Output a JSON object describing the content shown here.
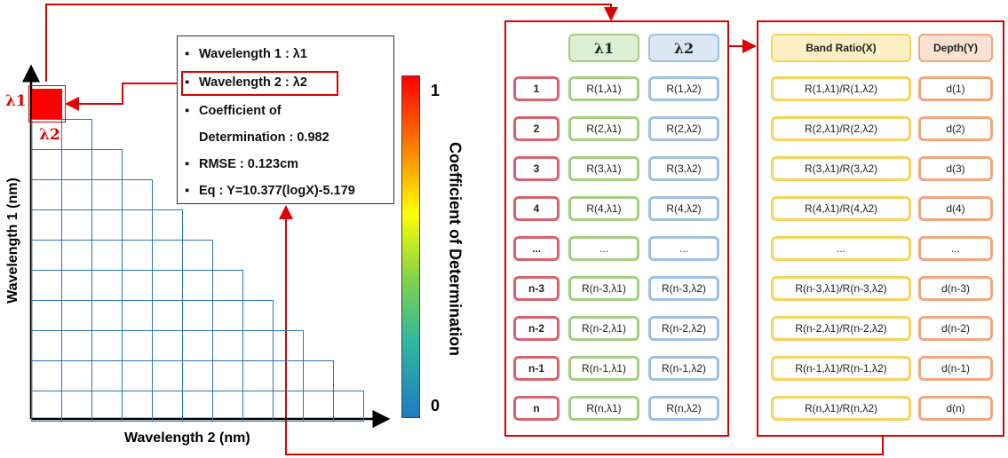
{
  "colors": {
    "highlight_red": "#e00000",
    "grid_blue": "#2e75b6",
    "row_red": "#d9616e",
    "green": "#a4cf83",
    "blue": "#9ec0e2",
    "yellow": "#f6d35b",
    "orange": "#f2a67d"
  },
  "axes": {
    "y_label": "Wavelength 1 (nm)",
    "x_label": "Wavelength 2 (nm)",
    "lambda1_marker": "λ1",
    "lambda2_marker": "λ2"
  },
  "colorbar": {
    "title": "Coefficient of Determination",
    "max_label": "1",
    "min_label": "0"
  },
  "info_box": {
    "line1": "Wavelength 1 : λ1",
    "line2": "Wavelength 2 : λ2",
    "line3": "Coefficient of",
    "line4": "Determination : 0.982",
    "line5": "RMSE : 0.123cm",
    "line6": "Eq : Y=10.377(logX)-5.179"
  },
  "reflectance_table": {
    "header_l1": "λ1",
    "header_l2": "λ2",
    "rows": [
      {
        "idx": "1",
        "r1": "R(1,λ1)",
        "r2": "R(1,λ2)"
      },
      {
        "idx": "2",
        "r1": "R(2,λ1)",
        "r2": "R(2,λ2)"
      },
      {
        "idx": "3",
        "r1": "R(3,λ1)",
        "r2": "R(3,λ2)"
      },
      {
        "idx": "4",
        "r1": "R(4,λ1)",
        "r2": "R(4,λ2)"
      },
      {
        "idx": "...",
        "r1": "...",
        "r2": "..."
      },
      {
        "idx": "n-3",
        "r1": "R(n-3,λ1)",
        "r2": "R(n-3,λ2)"
      },
      {
        "idx": "n-2",
        "r1": "R(n-2,λ1)",
        "r2": "R(n-2,λ2)"
      },
      {
        "idx": "n-1",
        "r1": "R(n-1,λ1)",
        "r2": "R(n-1,λ2)"
      },
      {
        "idx": "n",
        "r1": "R(n,λ1)",
        "r2": "R(n,λ2)"
      }
    ]
  },
  "ratio_table": {
    "header_ratio": "Band Ratio(X)",
    "header_depth": "Depth(Y)",
    "rows": [
      {
        "ratio": "R(1,λ1)/R(1,λ2)",
        "depth": "d(1)"
      },
      {
        "ratio": "R(2,λ1)/R(2,λ2)",
        "depth": "d(2)"
      },
      {
        "ratio": "R(3,λ1)/R(3,λ2)",
        "depth": "d(3)"
      },
      {
        "ratio": "R(4,λ1)/R(4,λ2)",
        "depth": "d(4)"
      },
      {
        "ratio": "...",
        "depth": "..."
      },
      {
        "ratio": "R(n-3,λ1)/R(n-3,λ2)",
        "depth": "d(n-3)"
      },
      {
        "ratio": "R(n-2,λ1)/R(n-2,λ2)",
        "depth": "d(n-2)"
      },
      {
        "ratio": "R(n-1,λ1)/R(n-1,λ2)",
        "depth": "d(n-1)"
      },
      {
        "ratio": "R(n,λ1)/R(n,λ2)",
        "depth": "d(n)"
      }
    ]
  }
}
